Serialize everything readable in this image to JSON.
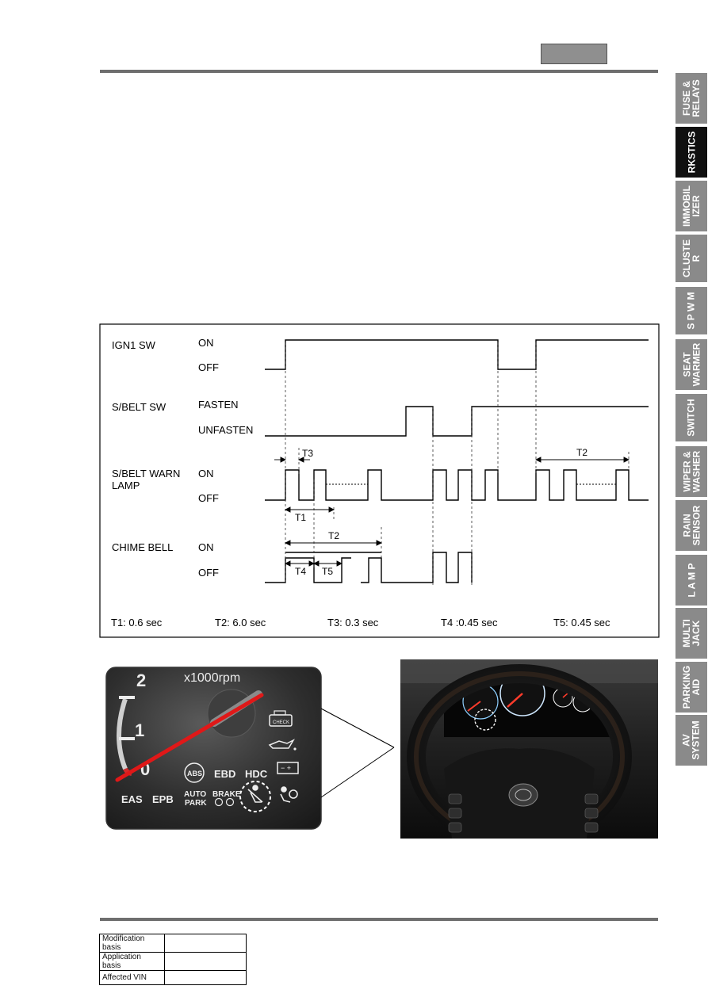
{
  "side_tabs": [
    {
      "label": "FUSE &\nRELAYS",
      "active": false
    },
    {
      "label": "RKSTICS",
      "active": true
    },
    {
      "label": "IMMOBIL\nIZER",
      "active": false
    },
    {
      "label": "CLUSTE\nR",
      "active": false
    },
    {
      "label": "S P W M",
      "active": false
    },
    {
      "label": "SEAT\nWARMER",
      "active": false
    },
    {
      "label": "SWITCH",
      "active": false
    },
    {
      "label": "WIPER &\nWASHER",
      "active": false
    },
    {
      "label": "RAIN\nSENSOR",
      "active": false
    },
    {
      "label": "L A M P",
      "active": false
    },
    {
      "label": "MULTI\nJACK",
      "active": false
    },
    {
      "label": "PARKING\nAID",
      "active": false
    },
    {
      "label": "AV\nSYSTEM",
      "active": false
    }
  ],
  "timing": {
    "signals": {
      "ign1": {
        "name": "IGN1 SW",
        "high": "ON",
        "low": "OFF"
      },
      "belt": {
        "name": "S/BELT SW",
        "high": "FASTEN",
        "low": "UNFASTEN"
      },
      "lamp": {
        "name_line1": "S/BELT WARN",
        "name_line2": "LAMP",
        "high": "ON",
        "low": "OFF"
      },
      "chime": {
        "name": "CHIME BELL",
        "high": "ON",
        "low": "OFF"
      }
    },
    "markers": {
      "t1": "T1",
      "t2": "T2",
      "t3": "T3",
      "t4": "T4",
      "t5": "T5"
    },
    "legend": [
      "T1: 0.6 sec",
      "T2: 6.0 sec",
      "T3: 0.3 sec",
      "T4 :0.45 sec",
      "T5: 0.45 sec"
    ]
  },
  "cluster": {
    "rpm_unit": "x1000rpm",
    "ticks": [
      "2",
      "1",
      "0"
    ],
    "indicators": {
      "abs": "ABS",
      "ebd": "EBD",
      "hdc": "HDC",
      "eas": "EAS",
      "epb": "EPB",
      "auto_park_1": "AUTO",
      "auto_park_2": "PARK",
      "brake": "BRAKE",
      "check": "CHECK"
    }
  },
  "footer": {
    "rows": [
      {
        "label": "Modification basis",
        "value": ""
      },
      {
        "label": "Application basis",
        "value": ""
      },
      {
        "label": "Affected VIN",
        "value": ""
      }
    ]
  }
}
